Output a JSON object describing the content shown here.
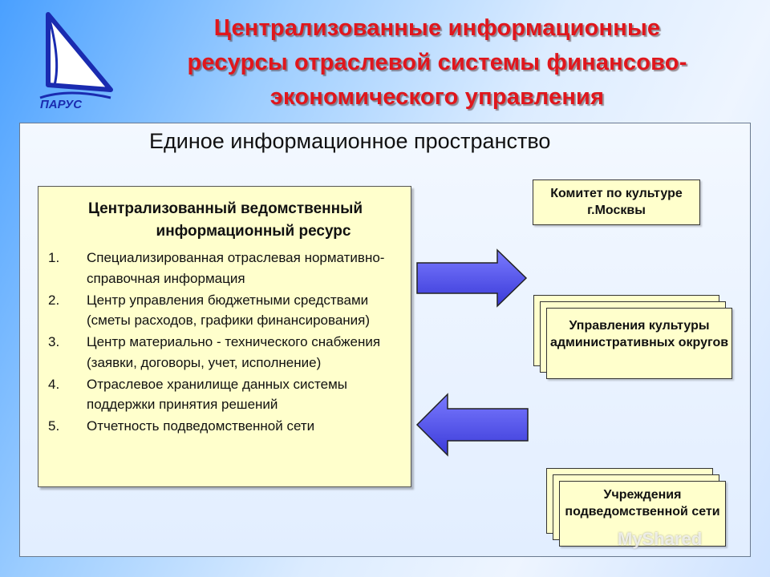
{
  "logo": {
    "text": "ПАРУС",
    "icon": "sail-logo-icon"
  },
  "title": {
    "line1": "Централизованные информационные",
    "line2": "ресурсы отраслевой системы финансово-",
    "line3": "экономического управления"
  },
  "subtitle": "Единое информационное пространство",
  "resource": {
    "title_line1": "Централизованный ведомственный",
    "title_line2": "информационный ресурс",
    "items": [
      {
        "num": "1.",
        "text": "Специализированная отраслевая нормативно-справочная информация"
      },
      {
        "num": "2.",
        "text": "Центр управления бюджетными средствами (сметы расходов, графики финансирования)"
      },
      {
        "num": "3.",
        "text": "Центр материально - технического снабжения (заявки, договоры, учет, исполнение)"
      },
      {
        "num": "4.",
        "text": "Отраслевое хранилище данных системы поддержки принятия решений"
      },
      {
        "num": "5.",
        "text": "Отчетность подведомственной сети"
      }
    ]
  },
  "organizations": {
    "committee": "Комитет по культуре г.Москвы",
    "districts": "Управления культуры административных округов",
    "institutions": "Учреждения подведомственной сети"
  },
  "watermark": "MyShared",
  "colors": {
    "title": "#e0161c",
    "box_fill": "#ffffcc",
    "arrow_fill": "#5a5af0"
  }
}
